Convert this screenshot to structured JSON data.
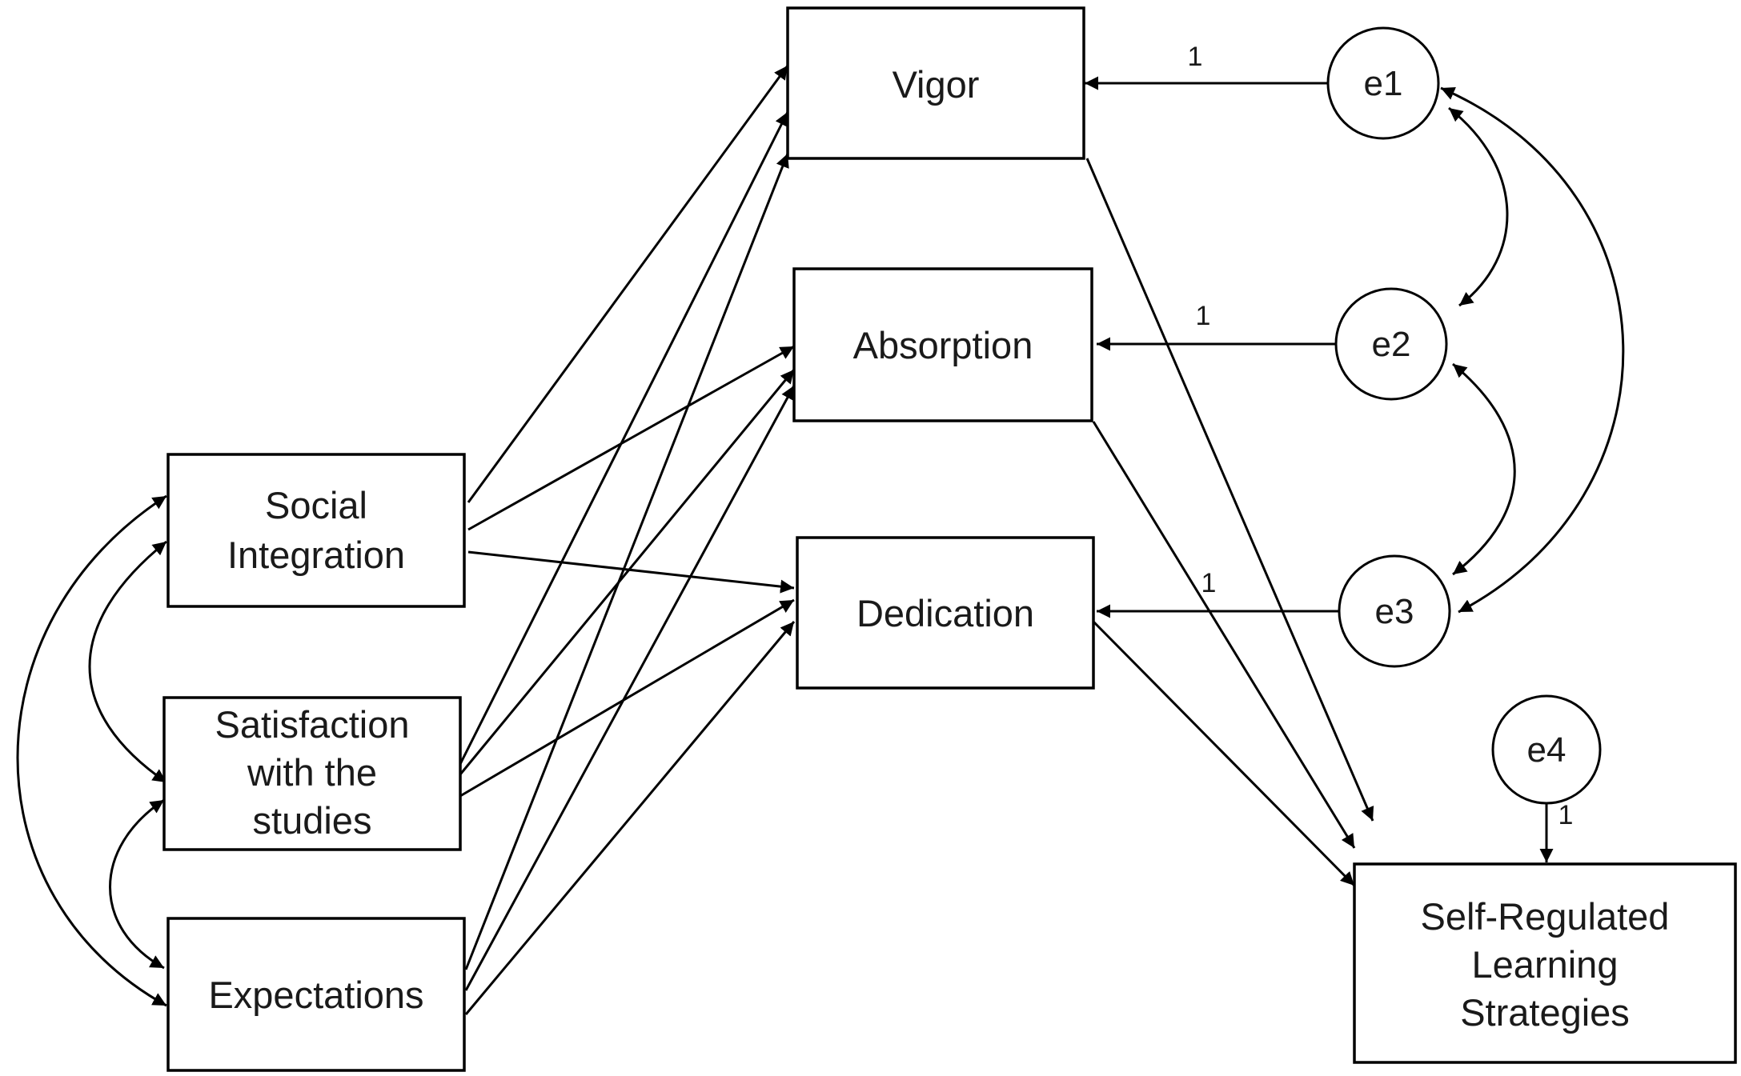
{
  "diagram": {
    "nodes": {
      "social": [
        "Social",
        "Integration"
      ],
      "satisfaction": [
        "Satisfaction",
        "with the",
        "studies"
      ],
      "expectations": [
        "Expectations"
      ],
      "vigor": [
        "Vigor"
      ],
      "absorption": [
        "Absorption"
      ],
      "dedication": [
        "Dedication"
      ],
      "srl": [
        "Self-Regulated",
        "Learning",
        "Strategies"
      ],
      "e1": "e1",
      "e2": "e2",
      "e3": "e3",
      "e4": "e4"
    },
    "weights": {
      "e1_vigor": "1",
      "e2_absorption": "1",
      "e3_dedication": "1",
      "e4_srl": "1"
    },
    "paths": [
      {
        "from": "Social Integration",
        "to": "Vigor"
      },
      {
        "from": "Social Integration",
        "to": "Absorption"
      },
      {
        "from": "Social Integration",
        "to": "Dedication"
      },
      {
        "from": "Satisfaction with the studies",
        "to": "Vigor"
      },
      {
        "from": "Satisfaction with the studies",
        "to": "Absorption"
      },
      {
        "from": "Satisfaction with the studies",
        "to": "Dedication"
      },
      {
        "from": "Expectations",
        "to": "Vigor"
      },
      {
        "from": "Expectations",
        "to": "Absorption"
      },
      {
        "from": "Expectations",
        "to": "Dedication"
      },
      {
        "from": "Vigor",
        "to": "Self-Regulated Learning Strategies"
      },
      {
        "from": "Absorption",
        "to": "Self-Regulated Learning Strategies"
      },
      {
        "from": "Dedication",
        "to": "Self-Regulated Learning Strategies"
      },
      {
        "from": "e1",
        "to": "Vigor"
      },
      {
        "from": "e2",
        "to": "Absorption"
      },
      {
        "from": "e3",
        "to": "Dedication"
      },
      {
        "from": "e4",
        "to": "Self-Regulated Learning Strategies"
      }
    ],
    "covariances": [
      {
        "a": "Social Integration",
        "b": "Satisfaction with the studies"
      },
      {
        "a": "Satisfaction with the studies",
        "b": "Expectations"
      },
      {
        "a": "Social Integration",
        "b": "Expectations"
      },
      {
        "a": "e1",
        "b": "e2"
      },
      {
        "a": "e2",
        "b": "e3"
      },
      {
        "a": "e1",
        "b": "e3"
      }
    ]
  }
}
